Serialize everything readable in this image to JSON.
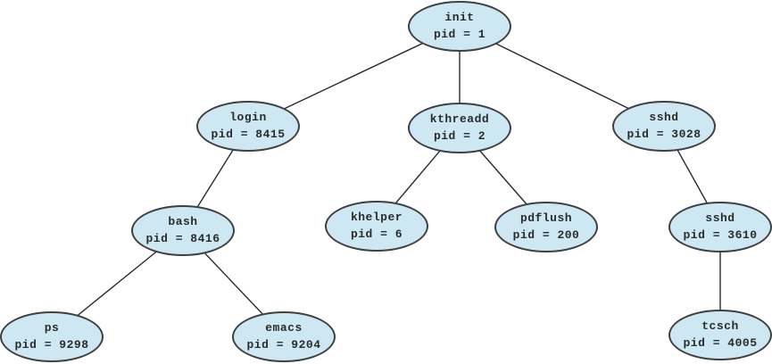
{
  "diagram": {
    "kind": "process-tree",
    "colors": {
      "background": "#ffffff",
      "node_fill": "#cee8f3",
      "node_border": "#404040",
      "edge_line": "#2b2b2b",
      "text": "#2b2b2b"
    },
    "nodes": [
      {
        "id": "init",
        "name": "init",
        "pid": "pid = 1"
      },
      {
        "id": "login",
        "name": "login",
        "pid": "pid = 8415"
      },
      {
        "id": "kthreadd",
        "name": "kthreadd",
        "pid": "pid = 2"
      },
      {
        "id": "sshd-3028",
        "name": "sshd",
        "pid": "pid = 3028"
      },
      {
        "id": "bash",
        "name": "bash",
        "pid": "pid = 8416"
      },
      {
        "id": "khelper",
        "name": "khelper",
        "pid": "pid = 6"
      },
      {
        "id": "pdflush",
        "name": "pdflush",
        "pid": "pid = 200"
      },
      {
        "id": "sshd-3610",
        "name": "sshd",
        "pid": "pid = 3610"
      },
      {
        "id": "ps",
        "name": "ps",
        "pid": "pid = 9298"
      },
      {
        "id": "emacs",
        "name": "emacs",
        "pid": "pid = 9204"
      },
      {
        "id": "tcsch",
        "name": "tcsch",
        "pid": "pid = 4005"
      }
    ],
    "edges": [
      [
        "init",
        "login"
      ],
      [
        "init",
        "kthreadd"
      ],
      [
        "init",
        "sshd-3028"
      ],
      [
        "login",
        "bash"
      ],
      [
        "kthreadd",
        "khelper"
      ],
      [
        "kthreadd",
        "pdflush"
      ],
      [
        "sshd-3028",
        "sshd-3610"
      ],
      [
        "bash",
        "ps"
      ],
      [
        "bash",
        "emacs"
      ],
      [
        "sshd-3610",
        "tcsch"
      ]
    ]
  }
}
